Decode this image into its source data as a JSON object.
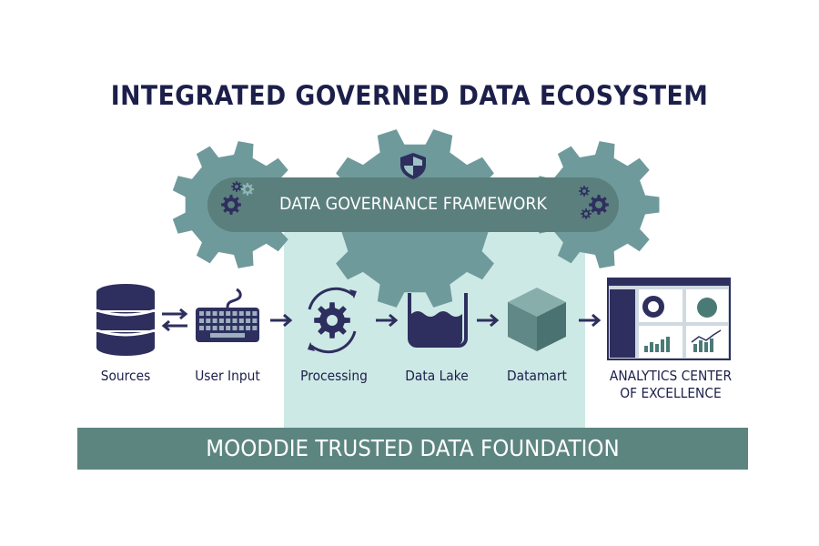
{
  "title": "INTEGRATED GOVERNED DATA ECOSYSTEM",
  "governance": {
    "label": "DATA GOVERNANCE FRAMEWORK",
    "icon": "shield-icon"
  },
  "flow": [
    {
      "label": "Sources",
      "icon": "database-icon"
    },
    {
      "label": "User Input",
      "icon": "keyboard-icon"
    },
    {
      "label": "Processing",
      "icon": "gear-cycle-icon"
    },
    {
      "label": "Data Lake",
      "icon": "lake-icon"
    },
    {
      "label": "Datamart",
      "icon": "cube-icon"
    },
    {
      "label": "ANALYTICS CENTER OF EXCELLENCE",
      "icon": "dashboard-icon"
    }
  ],
  "foundation": "MOODDIE TRUSTED DATA FOUNDATION",
  "colors": {
    "navy": "#2e2f5e",
    "teal": "#6f9a9c",
    "banner": "#5a7f7d",
    "panel": "#cde9e6",
    "foundation": "#5c8580"
  }
}
